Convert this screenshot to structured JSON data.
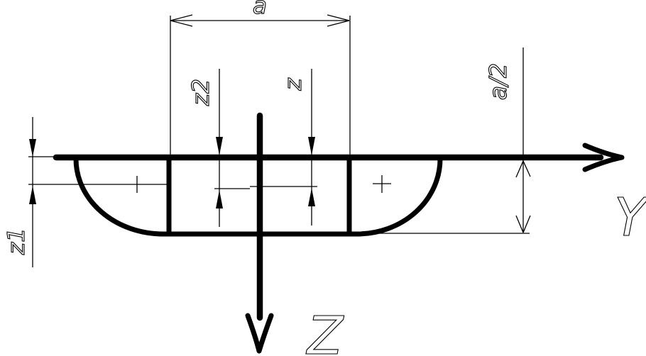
{
  "page": {
    "background_color": "#ffffff",
    "line_color": "#000000",
    "description": "Cross-section diagram of a composite plane figure (rectangle with two quarter-circle fillets) with centroid dimensions on Y-Z axes"
  },
  "labels": {
    "dim_a": "a",
    "dim_z2": "z2",
    "dim_z": "z",
    "dim_a_half": "a/2",
    "dim_z1": "z1",
    "axis_y": "Y",
    "axis_z": "Z"
  }
}
